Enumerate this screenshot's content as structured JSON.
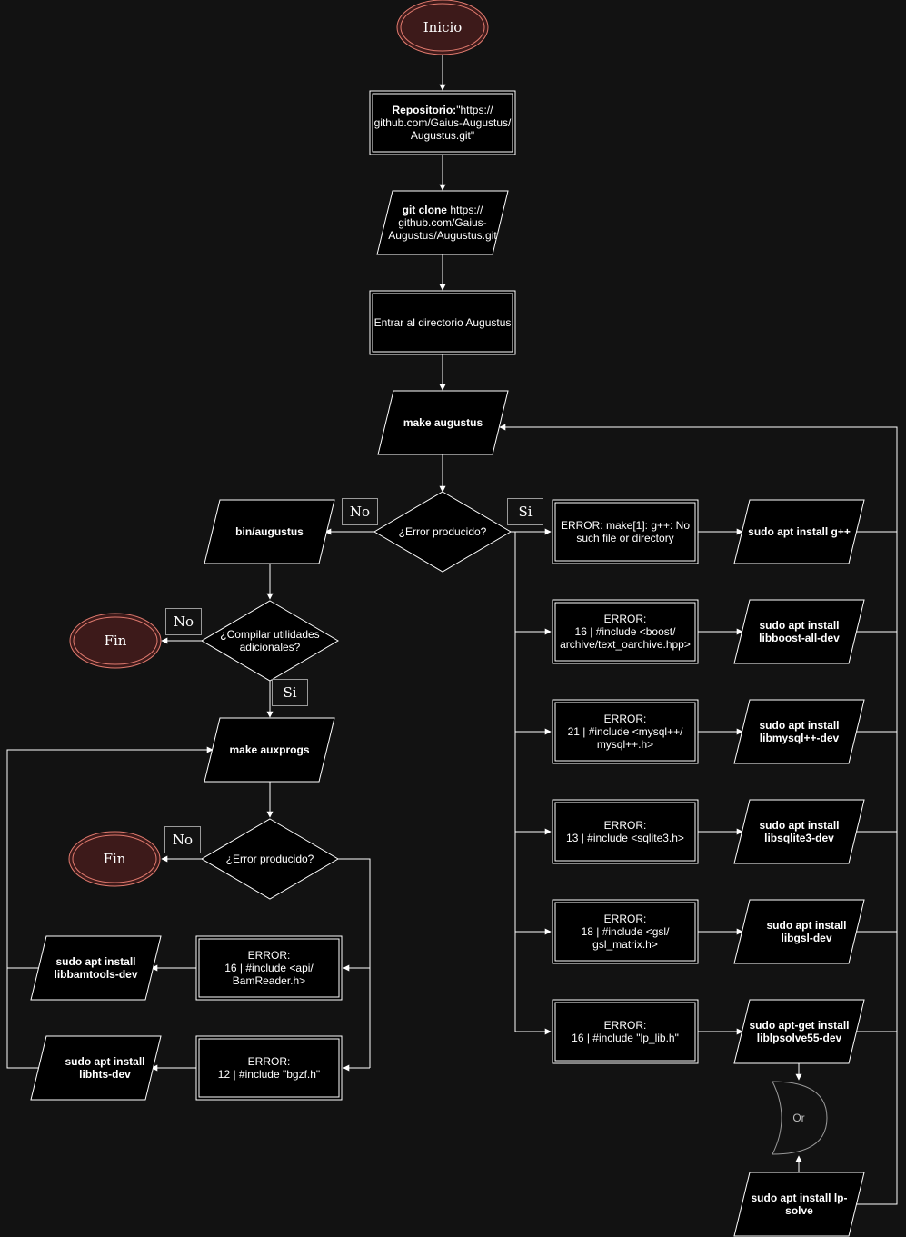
{
  "nodes": {
    "inicio": "Inicio",
    "repo_label": "Repositorio:",
    "repo_value": "\"https://\ngithub.com/Gaius-Augustus/\nAugustus.git\"",
    "clone_label": "git clone",
    "clone_value": " https://\ngithub.com/Gaius-\nAugustus/Augustus.git",
    "entrar": "Entrar al directorio Augustus",
    "make_augustus": "make augustus",
    "error1": "¿Error producido?",
    "bin": "bin/augustus",
    "compilar": "¿Compilar utilidades\nadicionales?",
    "fin1": "Fin",
    "make_auxprogs": "make auxprogs",
    "error2": "¿Error producido?",
    "fin2": "Fin",
    "err_bam": "ERROR:\n16 | #include <api/\nBamReader.h>",
    "err_bgzf": "ERROR:\n12 | #include \"bgzf.h\"",
    "fix_bamtools": "sudo apt install\nlibbamtools-dev",
    "fix_htslib": "sudo apt install\nlibhts-dev",
    "err_gpp": "ERROR: make[1]: g++: No\nsuch file or directory",
    "err_boost": "ERROR:\n16 | #include <boost/\narchive/text_oarchive.hpp>",
    "err_mysql": "ERROR:\n21 | #include <mysql++/\nmysql++.h>",
    "err_sqlite": "ERROR:\n13 | #include <sqlite3.h>",
    "err_gsl": "ERROR:\n18 | #include <gsl/\ngsl_matrix.h>",
    "err_lpsolve": "ERROR:\n16 | #include \"lp_lib.h\"",
    "fix_gpp": "sudo apt install g++",
    "fix_boost": "sudo apt install\nlibboost-all-dev",
    "fix_mysql": "sudo apt install\nlibmysql++-dev",
    "fix_sqlite": "sudo apt install\nlibsqlite3-dev",
    "fix_gsl": "sudo apt install\nlibgsl-dev",
    "fix_lpsolve55": "sudo apt-get install\nliblpsolve55-dev",
    "or_gate": "Or",
    "fix_lpsolve": "sudo apt install lp-\nsolve"
  },
  "edge_labels": {
    "no_1": "No",
    "si_1": "Si",
    "no_2": "No",
    "si_2": "Si",
    "no_3": "No"
  },
  "colors": {
    "background": "#121212",
    "terminal_fill": "#3d1a1a",
    "terminal_stroke": "#e07a6e",
    "stroke": "#ffffff",
    "or_stroke": "#9a9a9a"
  }
}
